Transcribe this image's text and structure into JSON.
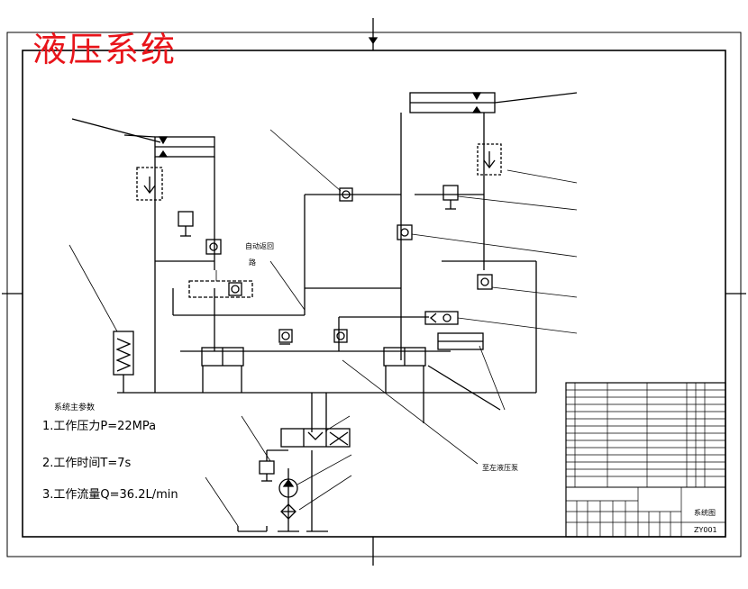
{
  "title": "液压系统",
  "notes": {
    "heading": "系统主参数",
    "pressure": "1.工作压力P=22MPa",
    "time": "2.工作时间T=7s",
    "flow": "3.工作流量Q=36.2L/min"
  },
  "callouts": {
    "auto_return": "自动返回",
    "auto_return_2": "路",
    "to_pump": "至左液压泵"
  },
  "title_block": {
    "drawing_name": "系统图",
    "drawing_no": "ZY001"
  },
  "colors": {
    "title": "#e8141a",
    "line": "#000000"
  }
}
